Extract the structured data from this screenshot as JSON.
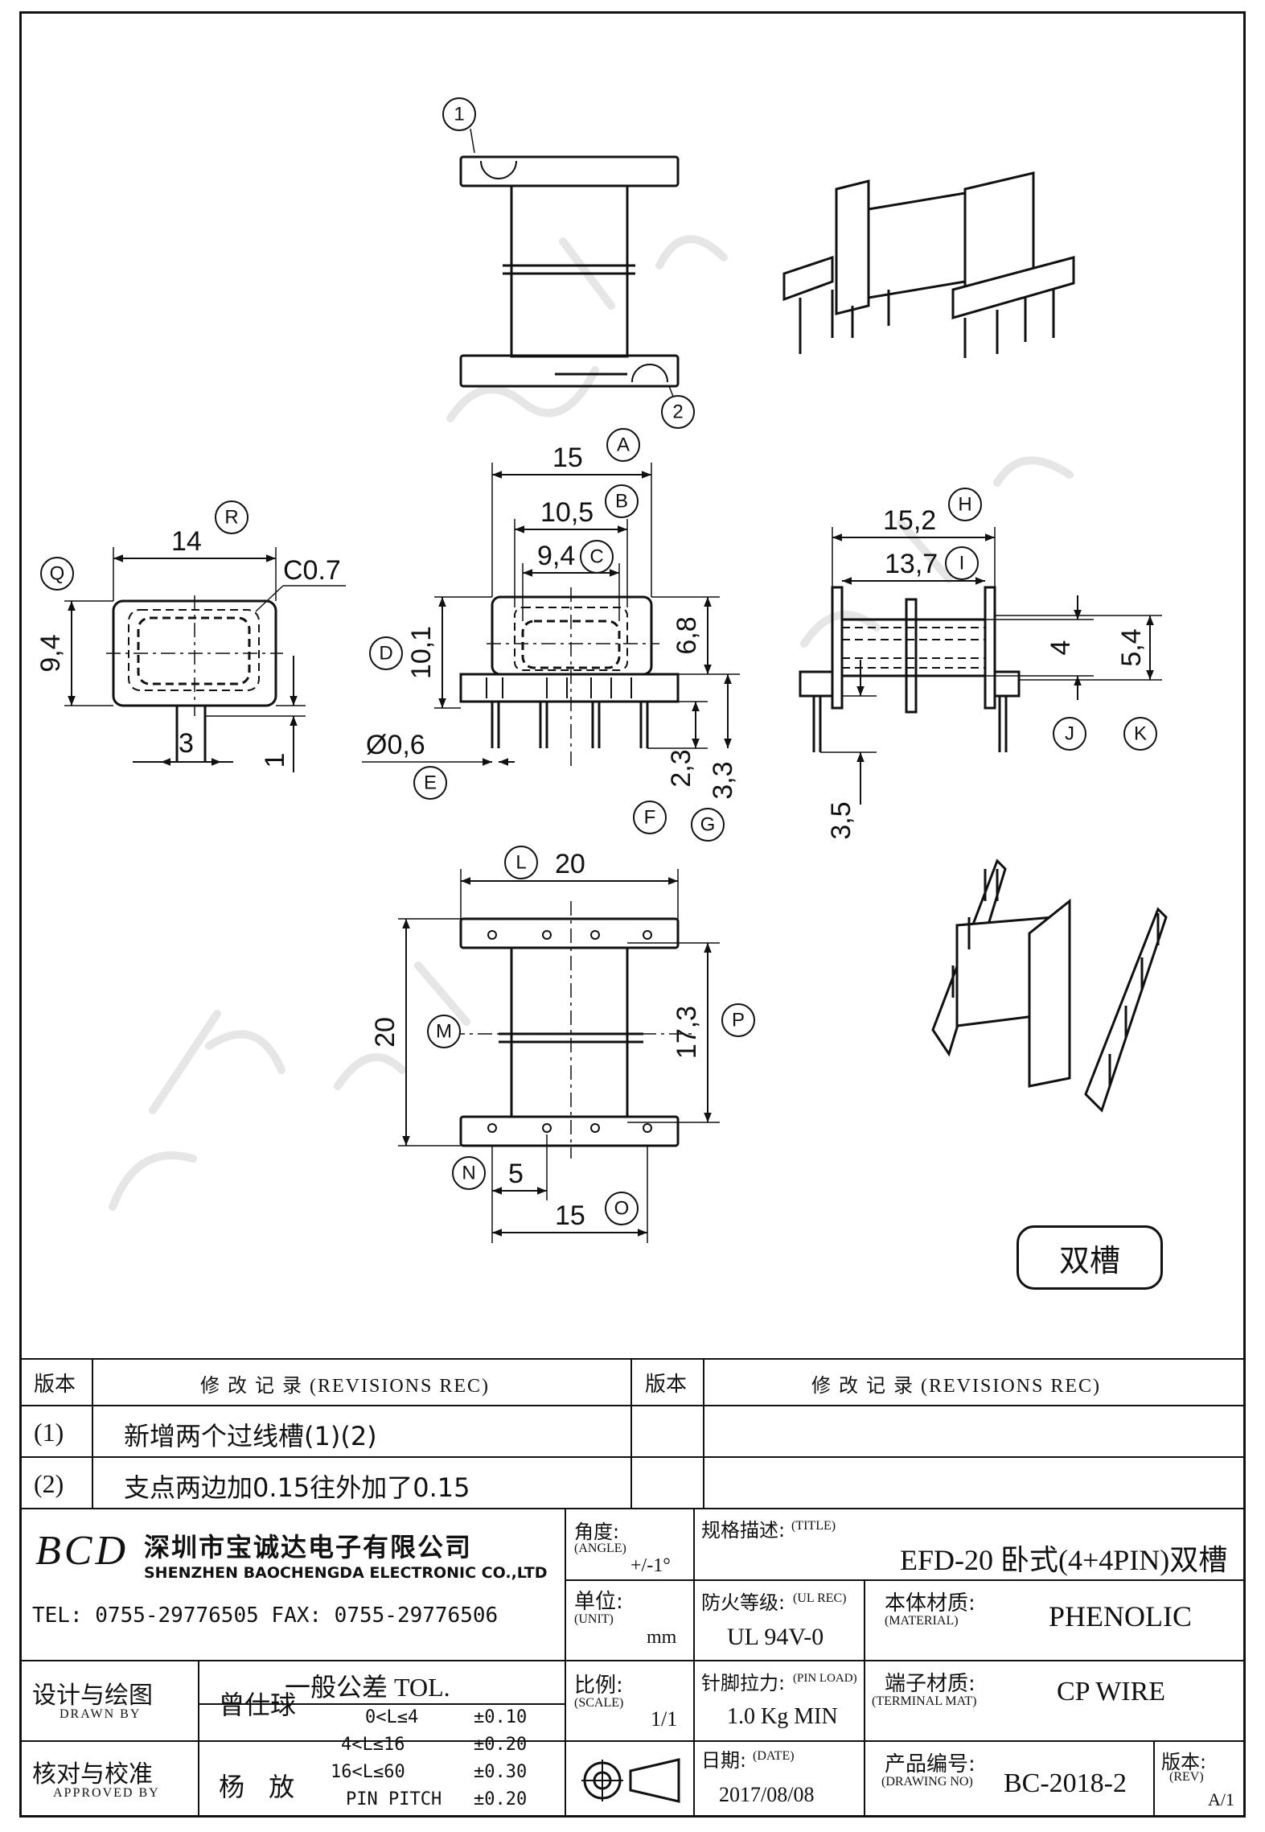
{
  "drawing": {
    "callouts": {
      "c1": "1",
      "c2": "2",
      "A": "A",
      "B": "B",
      "C": "C",
      "D": "D",
      "E": "E",
      "F": "F",
      "G": "G",
      "H": "H",
      "I": "I",
      "J": "J",
      "K": "K",
      "L": "L",
      "M": "M",
      "N": "N",
      "O": "O",
      "P": "P",
      "Q": "Q",
      "R": "R"
    },
    "dims": {
      "r_width": "14",
      "q_height": "9,4",
      "chamfer": "C0.7",
      "tab_width": "3",
      "tab_height": "1",
      "a_width": "15",
      "b_width": "10,5",
      "c_width": "9,4",
      "d_height": "10,1",
      "h68": "6,8",
      "pin_dia": "Ø0,6",
      "f_len": "2,3",
      "g_len": "3,3",
      "h_width": "15,2",
      "i_width": "13,7",
      "j_h": "4",
      "k_h": "5,4",
      "pin_len": "3,5",
      "l_width": "20",
      "m_height": "20",
      "p_height": "17,3",
      "n_pitch": "5",
      "o_width": "15"
    },
    "stamp_label": "双槽"
  },
  "title_block": {
    "rev_header_left": "版本",
    "rev_header_mid": "修 改 记 录 (REVISIONS REC)",
    "rev_header_right": "版本",
    "rev_header_right_mid": "修 改 记 录 (REVISIONS REC)",
    "revisions": [
      {
        "rev": "(1)",
        "text": "新增两个过线槽(1)(2)"
      },
      {
        "rev": "(2)",
        "text": "支点两边加0.15往外加了0.15"
      }
    ],
    "company_logo": "BCD",
    "company_cn": "深圳市宝诚达电子有限公司",
    "company_en": "SHENZHEN BAOCHENGDA ELECTRONIC CO.,LTD",
    "company_contact": "TEL: 0755-29776505  FAX: 0755-29776506",
    "angle_label": "角度:",
    "angle_label_en": "(ANGLE)",
    "angle_value": "+/-1°",
    "spec_label": "规格描述:",
    "spec_label_en": "(TITLE)",
    "spec_value": "EFD-20 卧式(4+4PIN)双槽",
    "unit_label": "单位:",
    "unit_label_en": "(UNIT)",
    "unit_value": "mm",
    "fire_label": "防火等级:",
    "fire_label_en": "(UL REC)",
    "fire_value": "UL 94V-0",
    "material_label": "本体材质:",
    "material_label_en": "(MATERIAL)",
    "material_value": "PHENOLIC",
    "designer_label": "设计与绘图",
    "designer_label_en": "DRAWN BY",
    "designer_value": "曾仕球",
    "tol_label": "一般公差 TOL.",
    "tolerances": [
      {
        "range": "0<L≤4",
        "value": "±0.10"
      },
      {
        "range": "4<L≤16",
        "value": "±0.20"
      },
      {
        "range": "16<L≤60",
        "value": "±0.30"
      },
      {
        "range": "PIN PITCH",
        "value": "±0.20"
      }
    ],
    "scale_label": "比例:",
    "scale_label_en": "(SCALE)",
    "scale_value": "1/1",
    "pinload_label": "针脚拉力:",
    "pinload_label_en": "(PIN LOAD)",
    "pinload_value": "1.0 Kg MIN",
    "terminal_label": "端子材质:",
    "terminal_label_en": "(TERMINAL MAT)",
    "terminal_value": "CP WIRE",
    "checker_label": "核对与校准",
    "checker_label_en": "APPROVED BY",
    "checker_value": "杨 放",
    "date_label": "日期:",
    "date_label_en": "(DATE)",
    "date_value": "2017/08/08",
    "drawing_no_label": "产品编号:",
    "drawing_no_label_en": "(DRAWING NO)",
    "drawing_no_value": "BC-2018-2",
    "rev_label": "版本:",
    "rev_label_en": "(REV)",
    "rev_value": "A/1"
  }
}
